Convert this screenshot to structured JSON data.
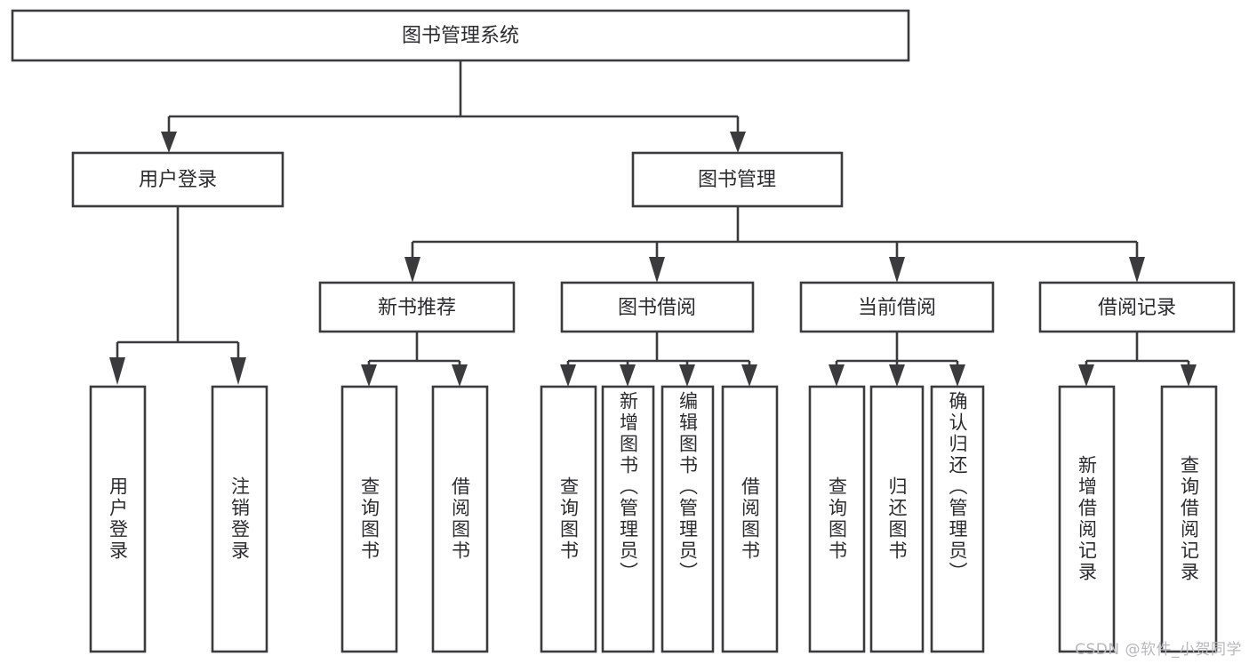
{
  "diagram": {
    "title": "图书管理系统",
    "type": "tree-hierarchy-chart",
    "watermark": "CSDN @软件_小贺同学",
    "colors": {
      "stroke": "#3b3b3d",
      "text": "#2c2c2e",
      "background": "#ffffff",
      "watermark": "#b9b9bb"
    },
    "root": {
      "id": "root",
      "label": "图书管理系统"
    },
    "level1": [
      {
        "id": "user-login",
        "label": "用户登录"
      },
      {
        "id": "book-manage",
        "label": "图书管理"
      }
    ],
    "level2": [
      {
        "id": "new-book-recommend",
        "label": "新书推荐",
        "parent": "book-manage"
      },
      {
        "id": "book-borrow",
        "label": "图书借阅",
        "parent": "book-manage"
      },
      {
        "id": "current-borrow",
        "label": "当前借阅",
        "parent": "book-manage"
      },
      {
        "id": "borrow-record",
        "label": "借阅记录",
        "parent": "book-manage"
      }
    ],
    "leaves": [
      {
        "id": "leaf-user-login",
        "label": "用户登录",
        "parent": "user-login"
      },
      {
        "id": "leaf-logout-login",
        "label": "注销登录",
        "parent": "user-login"
      },
      {
        "id": "leaf-query-book-1",
        "label": "查询图书",
        "parent": "new-book-recommend"
      },
      {
        "id": "leaf-borrow-book-1",
        "label": "借阅图书",
        "parent": "new-book-recommend"
      },
      {
        "id": "leaf-query-book-2",
        "label": "查询图书",
        "parent": "book-borrow"
      },
      {
        "id": "leaf-add-book",
        "label": "新增图书（管理员）",
        "parent": "book-borrow"
      },
      {
        "id": "leaf-edit-book",
        "label": "编辑图书（管理员）",
        "parent": "book-borrow"
      },
      {
        "id": "leaf-borrow-book-2",
        "label": "借阅图书",
        "parent": "book-borrow"
      },
      {
        "id": "leaf-query-book-3",
        "label": "查询图书",
        "parent": "current-borrow"
      },
      {
        "id": "leaf-return-book",
        "label": "归还图书",
        "parent": "current-borrow"
      },
      {
        "id": "leaf-confirm-return",
        "label": "确认归还（管理员）",
        "parent": "current-borrow"
      },
      {
        "id": "leaf-add-record",
        "label": "新增借阅记录",
        "parent": "borrow-record"
      },
      {
        "id": "leaf-query-record",
        "label": "查询借阅记录",
        "parent": "borrow-record"
      }
    ]
  }
}
